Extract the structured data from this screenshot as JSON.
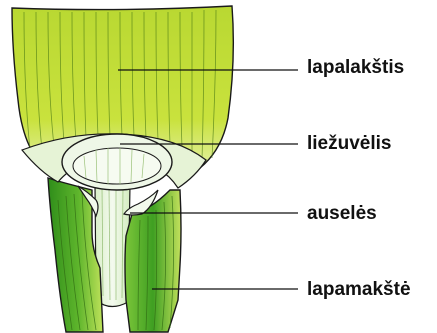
{
  "labels": {
    "blade": "lapalakštis",
    "ligule": "liežuvėlis",
    "auricles": "auselės",
    "sheath": "lapamakštė"
  },
  "colors": {
    "blade_fill": "#c6df3a",
    "sheath_light": "#b9dd52",
    "sheath_dark": "#3e9e22",
    "ligule_fill": "#ecf6e6",
    "outline": "#1a1a1a",
    "veins": "#3d6b16"
  }
}
